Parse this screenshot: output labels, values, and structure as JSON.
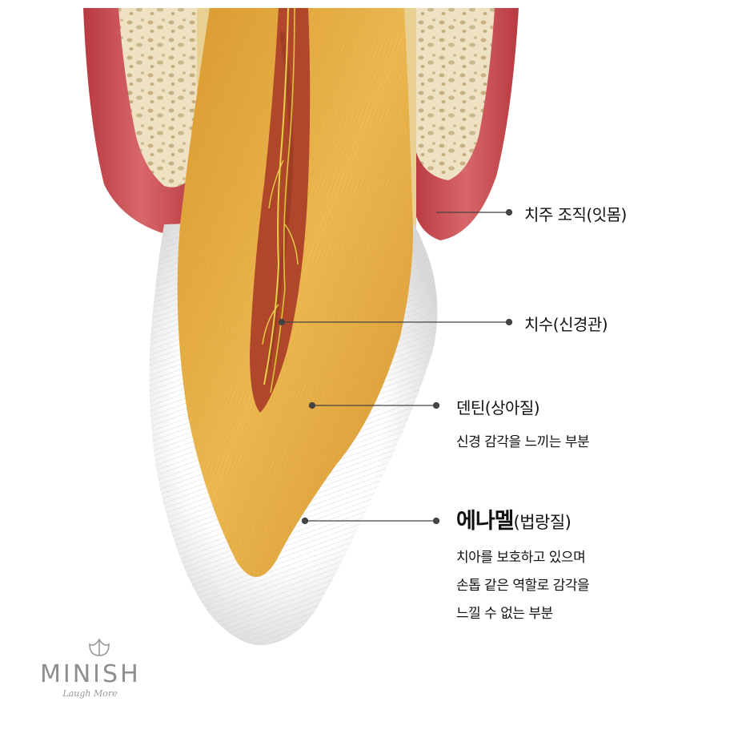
{
  "labels": {
    "periodontal": "치주 조직(잇몸)",
    "pulp": "치수(신경관)",
    "dentin": "덴틴(상아질)",
    "dentin_desc": "신경 감각을 느끼는 부분",
    "enamel_bold": "에나멜",
    "enamel_rest": "(법랑질)",
    "enamel_desc": [
      "치아를 보호하고 있으며",
      "손톱 같은 역할로 감각을",
      "느낄 수 없는 부분"
    ]
  },
  "brand": {
    "name": "MINISH",
    "tagline": "Laugh More"
  },
  "colors": {
    "gum": "#c94a4e",
    "bone": "#efe2c2",
    "dentin": "#e2a63a",
    "pulp": "#b1472a",
    "nerve": "#e6d24a",
    "enamel": "#f2f2f2",
    "leader": "#444444"
  }
}
